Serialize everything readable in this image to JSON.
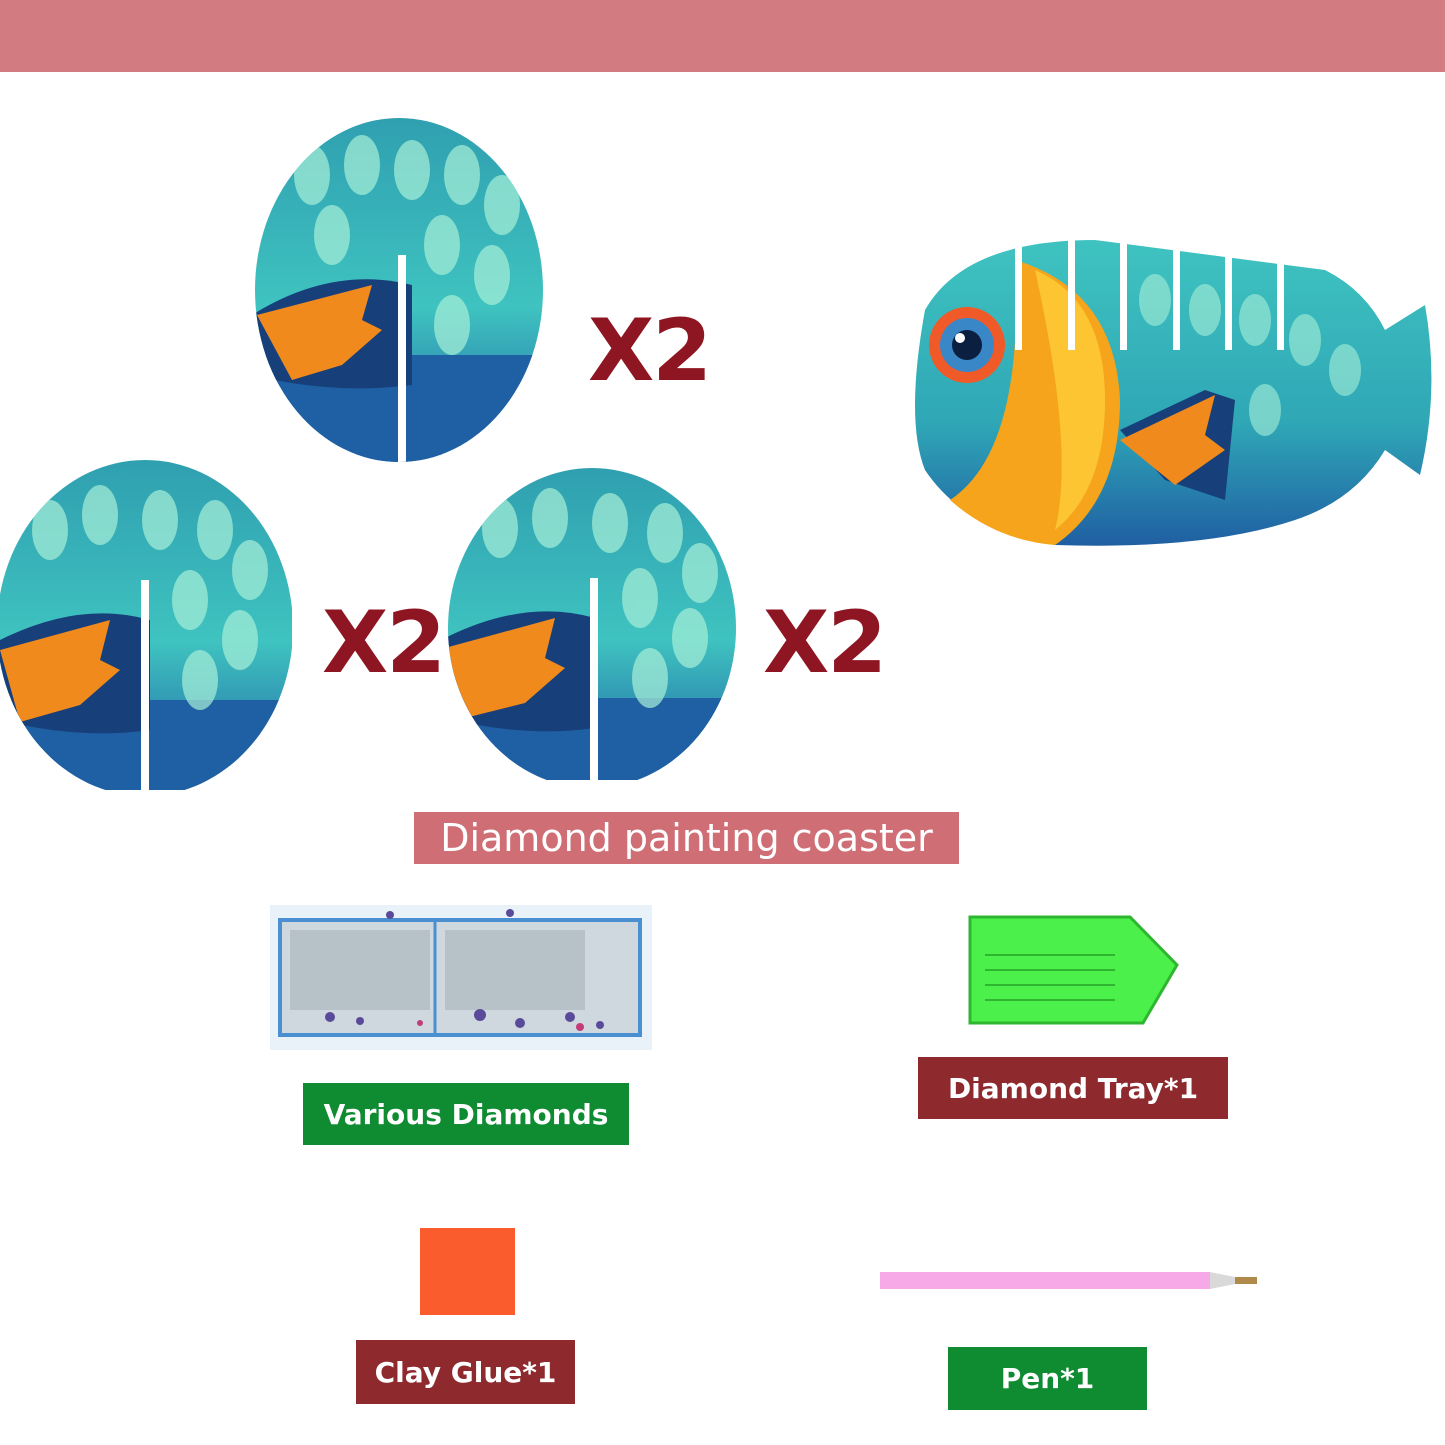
{
  "colors": {
    "top_band": "#d27b80",
    "multiplier_text": "#8e1522",
    "banner": "#cf6f75",
    "label_green": "#0f8b32",
    "label_red": "#8e2a2e",
    "coaster_blue": "#1f5fa3",
    "coaster_teal": "#3fc3c0",
    "fin_orange": "#f08a1c",
    "tray_green": "#4cf04a",
    "glue_orange": "#fb5c2e",
    "pen_pink": "#f6a9e6"
  },
  "coasters": [
    {
      "multiplier": "X2"
    },
    {
      "multiplier": "X2"
    },
    {
      "multiplier": "X2"
    }
  ],
  "banner": {
    "text": "Diamond painting coaster"
  },
  "items": {
    "diamonds": {
      "label": "Various Diamonds"
    },
    "tray": {
      "label": "Diamond Tray*1"
    },
    "glue": {
      "label": "Clay Glue*1"
    },
    "pen": {
      "label": "Pen*1"
    }
  }
}
